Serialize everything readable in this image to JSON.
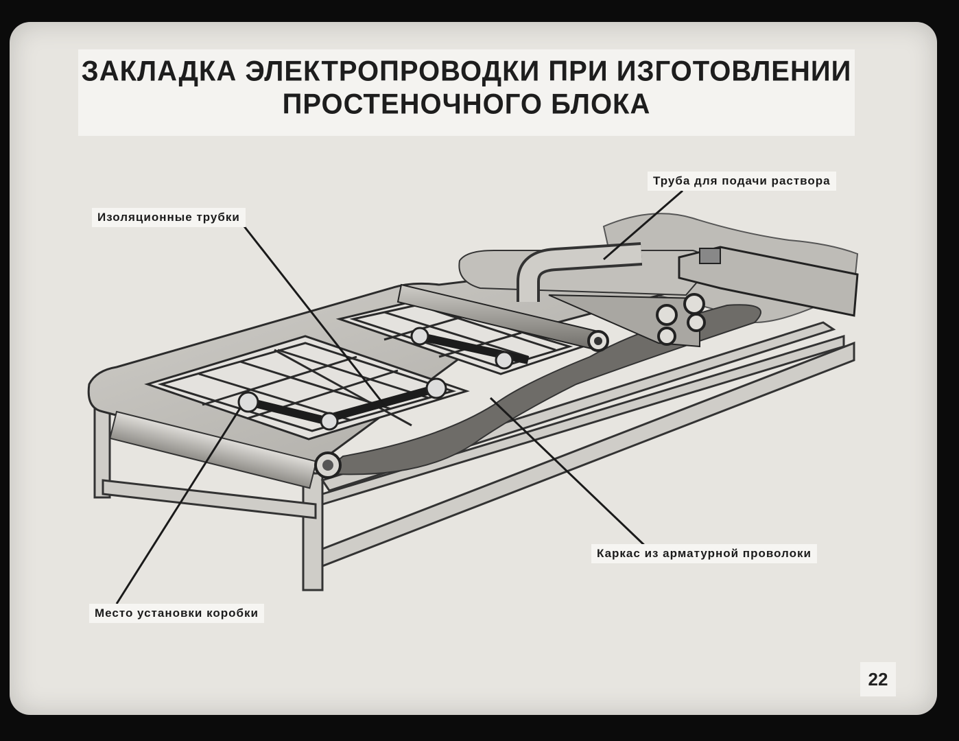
{
  "title": {
    "line1": "ЗАКЛАДКА ЭЛЕКТРОПРОВОДКИ ПРИ ИЗГОТОВЛЕНИИ",
    "line2": "ПРОСТЕНОЧНОГО БЛОКА"
  },
  "labels": {
    "pipe": "Труба для подачи раствора",
    "tubes": "Изоляционные трубки",
    "frame": "Каркас из арматурной проволоки",
    "box": "Место установки коробки"
  },
  "page_number": "22"
}
